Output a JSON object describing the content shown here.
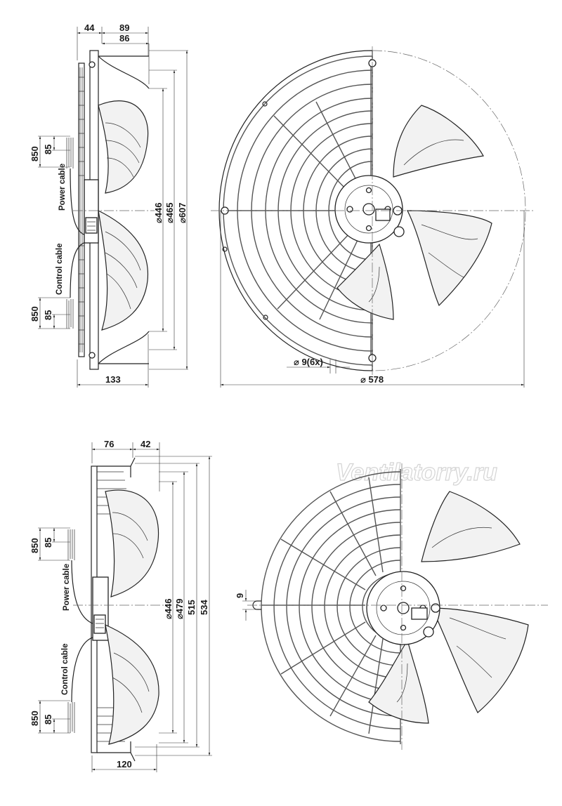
{
  "watermark": "Ventilatorry.ru",
  "top_side_view": {
    "dims": {
      "d44": "44",
      "d89": "89",
      "d86": "86",
      "d133": "133",
      "d446": "⌀446",
      "d465": "⌀465",
      "d607": "⌀607"
    },
    "cable_top": {
      "len": "850",
      "strip": "85",
      "label": "Power cable"
    },
    "cable_bottom": {
      "len": "850",
      "strip": "85",
      "label": "Control cable"
    }
  },
  "top_front_view": {
    "dims": {
      "holes": "⌀ 9(6x)",
      "diameter": "⌀ 578"
    }
  },
  "bottom_side_view": {
    "dims": {
      "d76": "76",
      "d42": "42",
      "d120": "120",
      "d446": "⌀446",
      "d479": "⌀479",
      "d515": "515",
      "d534": "534"
    },
    "cable_top": {
      "len": "850",
      "strip": "85",
      "label": "Power cable"
    },
    "cable_bottom": {
      "len": "850",
      "strip": "85",
      "label": "Control cable"
    }
  },
  "bottom_front_view": {
    "dims": {
      "slot": "9"
    }
  }
}
